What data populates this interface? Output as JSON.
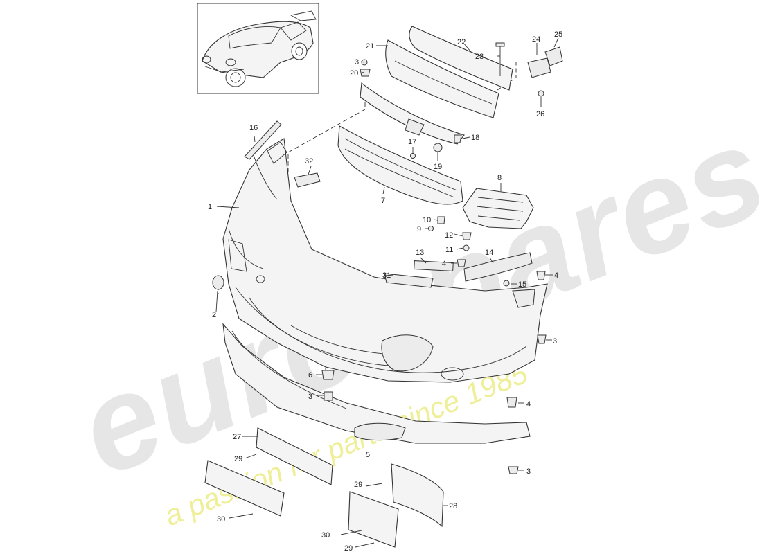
{
  "watermark": {
    "brand": "eurospares",
    "tagline": "a passion for parts since 1985"
  },
  "callouts": [
    {
      "id": "c1",
      "text": "1"
    },
    {
      "id": "c2",
      "text": "2"
    },
    {
      "id": "c3a",
      "text": "3"
    },
    {
      "id": "c3b",
      "text": "3"
    },
    {
      "id": "c3c",
      "text": "3"
    },
    {
      "id": "c3d",
      "text": "3"
    },
    {
      "id": "c4a",
      "text": "4"
    },
    {
      "id": "c4b",
      "text": "4"
    },
    {
      "id": "c4c",
      "text": "4"
    },
    {
      "id": "c5",
      "text": "5"
    },
    {
      "id": "c6",
      "text": "6"
    },
    {
      "id": "c7",
      "text": "7"
    },
    {
      "id": "c8",
      "text": "8"
    },
    {
      "id": "c9",
      "text": "9"
    },
    {
      "id": "c10",
      "text": "10"
    },
    {
      "id": "c11",
      "text": "11"
    },
    {
      "id": "c12",
      "text": "12"
    },
    {
      "id": "c13",
      "text": "13"
    },
    {
      "id": "c14",
      "text": "14"
    },
    {
      "id": "c15",
      "text": "15"
    },
    {
      "id": "c16",
      "text": "16"
    },
    {
      "id": "c17",
      "text": "17"
    },
    {
      "id": "c18",
      "text": "18"
    },
    {
      "id": "c19",
      "text": "19"
    },
    {
      "id": "c20",
      "text": "20"
    },
    {
      "id": "c21",
      "text": "21"
    },
    {
      "id": "c22",
      "text": "22"
    },
    {
      "id": "c23",
      "text": "23"
    },
    {
      "id": "c24",
      "text": "24"
    },
    {
      "id": "c25",
      "text": "25"
    },
    {
      "id": "c26",
      "text": "26"
    },
    {
      "id": "c27",
      "text": "27"
    },
    {
      "id": "c28",
      "text": "28"
    },
    {
      "id": "c29a",
      "text": "29"
    },
    {
      "id": "c29b",
      "text": "29"
    },
    {
      "id": "c29c",
      "text": "29"
    },
    {
      "id": "c30a",
      "text": "30"
    },
    {
      "id": "c30b",
      "text": "30"
    },
    {
      "id": "c31",
      "text": "31"
    },
    {
      "id": "c32",
      "text": "32"
    }
  ]
}
